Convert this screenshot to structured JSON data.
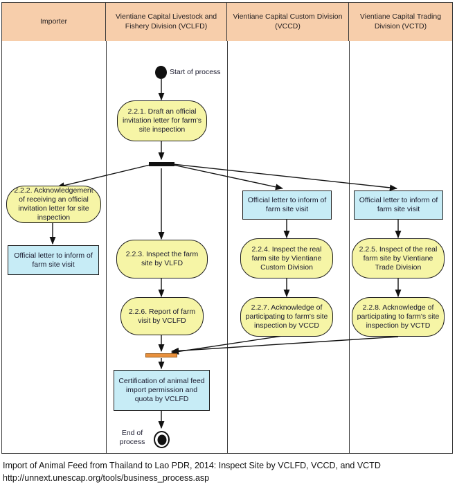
{
  "diagram": {
    "type": "swimlane-activity-diagram",
    "colors": {
      "lane_header": "#f7ceab",
      "activity": "#f6f5a6",
      "document": "#c7ecf6",
      "join_bar": "#e8903c",
      "line": "#111111"
    },
    "lanes": [
      {
        "id": "importer",
        "label": "Importer"
      },
      {
        "id": "vclfd",
        "label": "Vientiane Capital Livestock and Fishery Division (VCLFD)"
      },
      {
        "id": "vccd",
        "label": "Vientiane Capital Custom Division (VCCD)"
      },
      {
        "id": "vctd",
        "label": "Vientiane Capital Trading Division (VCTD)"
      }
    ],
    "start_label": "Start of process",
    "end_label": "End of\nprocess",
    "nodes": {
      "a221": "2.2.1. Draft an official invitation letter for farm's site inspection",
      "a222": "2.2.2. Acknowledgement of receiving  an official invitation letter for site inspection",
      "doc_importer": "Official letter to inform of farm site visit",
      "a223": "2.2.3. Inspect the farm site by VLFD",
      "a226": "2.2.6. Report of farm visit by VCLFD",
      "doc_vccd": "Official letter to inform of farm site visit",
      "a224": "2.2.4. Inspect the real farm site by Vientiane Custom Division",
      "a227": "2.2.7. Acknowledge of participating to farm's site inspection by VCCD",
      "doc_vctd": "Official letter to inform of farm site visit",
      "a225": "2.2.5. Inspect of the real farm site by Vientiane Trade Division",
      "a228": "2.2.8. Acknowledge of participating to farm's site inspection by VCTD",
      "doc_cert": "Certification of animal feed import permission and quota by VCLFD"
    }
  },
  "caption": {
    "line1": "Import of Animal Feed from Thailand to Lao PDR, 2014: Inspect Site by VCLFD, VCCD, and VCTD",
    "line2": "http://unnext.unescap.org/tools/business_process.asp"
  }
}
